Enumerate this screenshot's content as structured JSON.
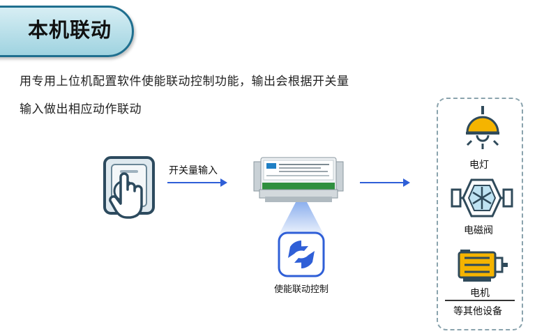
{
  "title": "本机联动",
  "description": {
    "line1": "用专用上位机配置软件使能联动控制功能，输出会根据开关量",
    "line2": "输入做出相应动作联动"
  },
  "flow": {
    "input_label": "开关量输入",
    "software_label": "使能联动控制"
  },
  "devices": [
    {
      "label": "电灯",
      "icon": "lamp-icon"
    },
    {
      "label": "电磁阀",
      "icon": "solenoid-valve-icon"
    },
    {
      "label": "电机",
      "icon": "motor-icon"
    }
  ],
  "devices_footer": "等其他设备",
  "colors": {
    "accent_blue": "#2f5fd7",
    "title_border": "#1f6f8f",
    "lamp_yellow": "#f5b400",
    "device_icon": "#2f4a5a"
  }
}
